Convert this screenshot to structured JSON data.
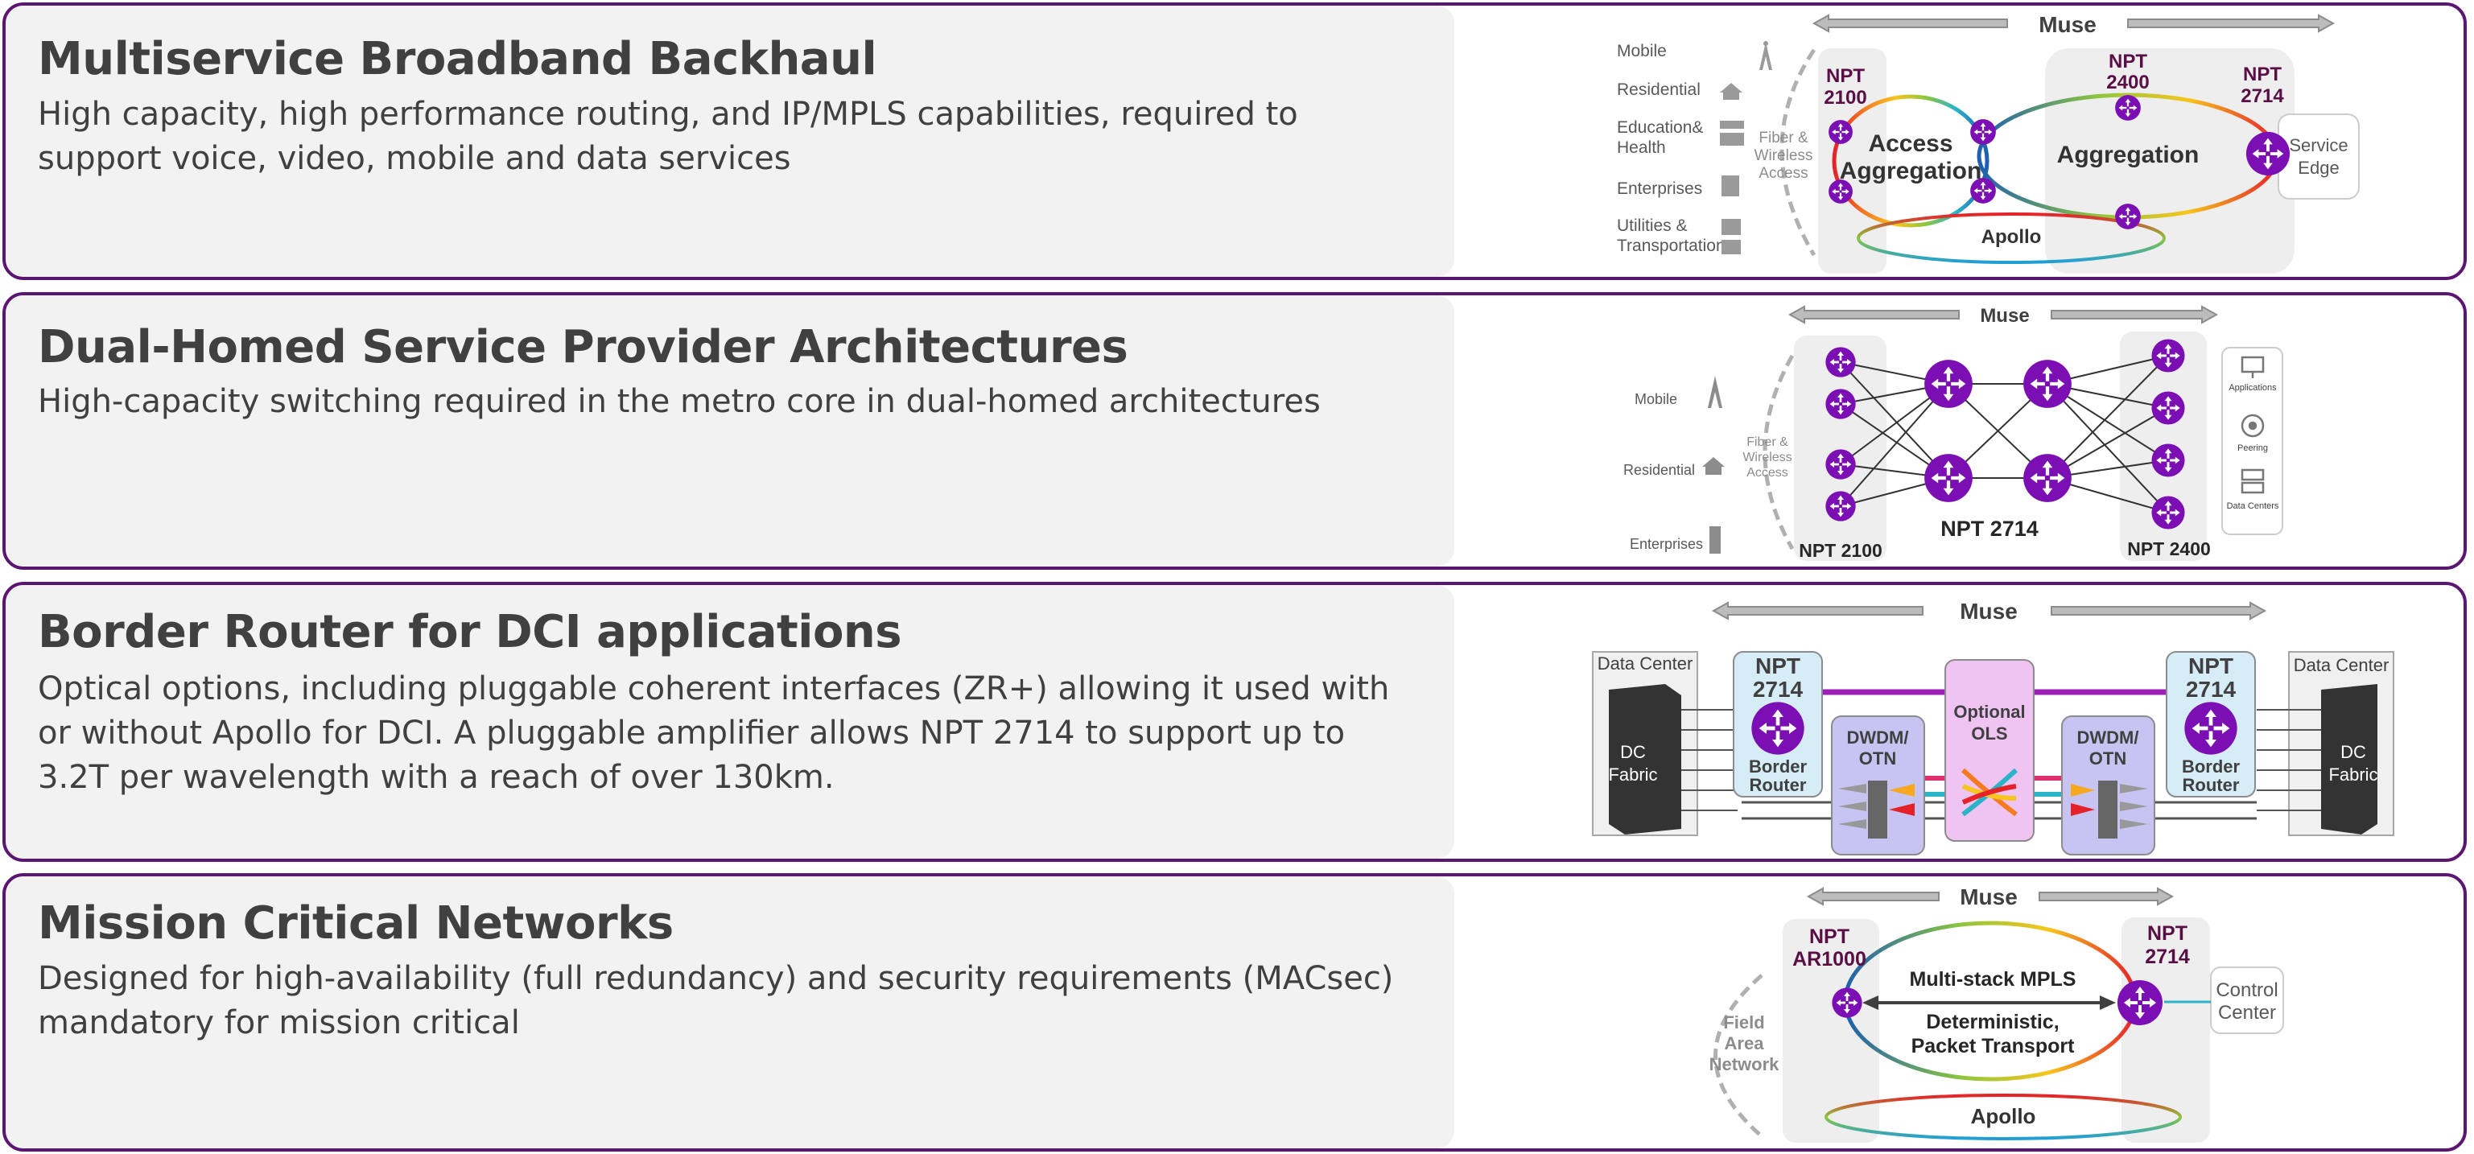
{
  "panels": [
    {
      "title": "Multiservice Broadband Backhaul",
      "description": "High capacity, high performance routing, and IP/MPLS capabilities, required to support voice, video, mobile and data services",
      "diagram": {
        "top_label": "Muse",
        "left_items": [
          "Mobile",
          "Residential",
          "Education&",
          "Health",
          "Enterprises",
          "Utilities &",
          "Transportation"
        ],
        "access_label": [
          "Fiber &",
          "Wireless",
          "Access"
        ],
        "nodes": [
          "NPT",
          "2100",
          "NPT",
          "2400",
          "NPT",
          "2714"
        ],
        "ring_labels": [
          "Access",
          "Aggregation",
          "Aggregation",
          "Apollo"
        ],
        "right_label": [
          "Service",
          "Edge"
        ]
      }
    },
    {
      "title": "Dual-Homed Service Provider Architectures",
      "description": "High-capacity switching required in the metro core in dual-homed architectures",
      "diagram": {
        "top_label": "Muse",
        "left_items": [
          "Mobile",
          "Residential",
          "Enterprises"
        ],
        "access_label": [
          "Fiber &",
          "Wireless",
          "Access"
        ],
        "bottom_labels": [
          "NPT 2100",
          "NPT 2714",
          "NPT 2400"
        ],
        "right_items": [
          "Applications",
          "Peering",
          "Data Centers"
        ]
      }
    },
    {
      "title": "Border Router for DCI applications",
      "description": "Optical options, including pluggable coherent interfaces (ZR+) allowing it used with or without Apollo for DCI. A pluggable amplifier allows NPT 2714 to support up to 3.2T per wavelength with a reach of over 130km.",
      "diagram": {
        "top_label": "Muse",
        "dc_label": "Data Center",
        "fabric": [
          "DC",
          "Fabric"
        ],
        "router": [
          "NPT",
          "2714",
          "Border",
          "Router"
        ],
        "dwdm": [
          "DWDM/",
          "OTN"
        ],
        "ols": [
          "Optional",
          "OLS"
        ]
      }
    },
    {
      "title": "Mission Critical Networks",
      "description": "Designed for high-availability (full redundancy) and security requirements (MACsec) mandatory for mission critical",
      "diagram": {
        "top_label": "Muse",
        "nodes": [
          "NPT",
          "AR1000",
          "NPT",
          "2714"
        ],
        "field": [
          "Field",
          "Area",
          "Network"
        ],
        "center": [
          "Multi-stack MPLS",
          "Deterministic,",
          "Packet Transport"
        ],
        "control": [
          "Control",
          "Center"
        ],
        "apollo": "Apollo"
      }
    }
  ],
  "colors": {
    "border": "#5a1670",
    "router": "#7b0fb3",
    "node_label": "#5a0e46",
    "text": "#404040"
  }
}
